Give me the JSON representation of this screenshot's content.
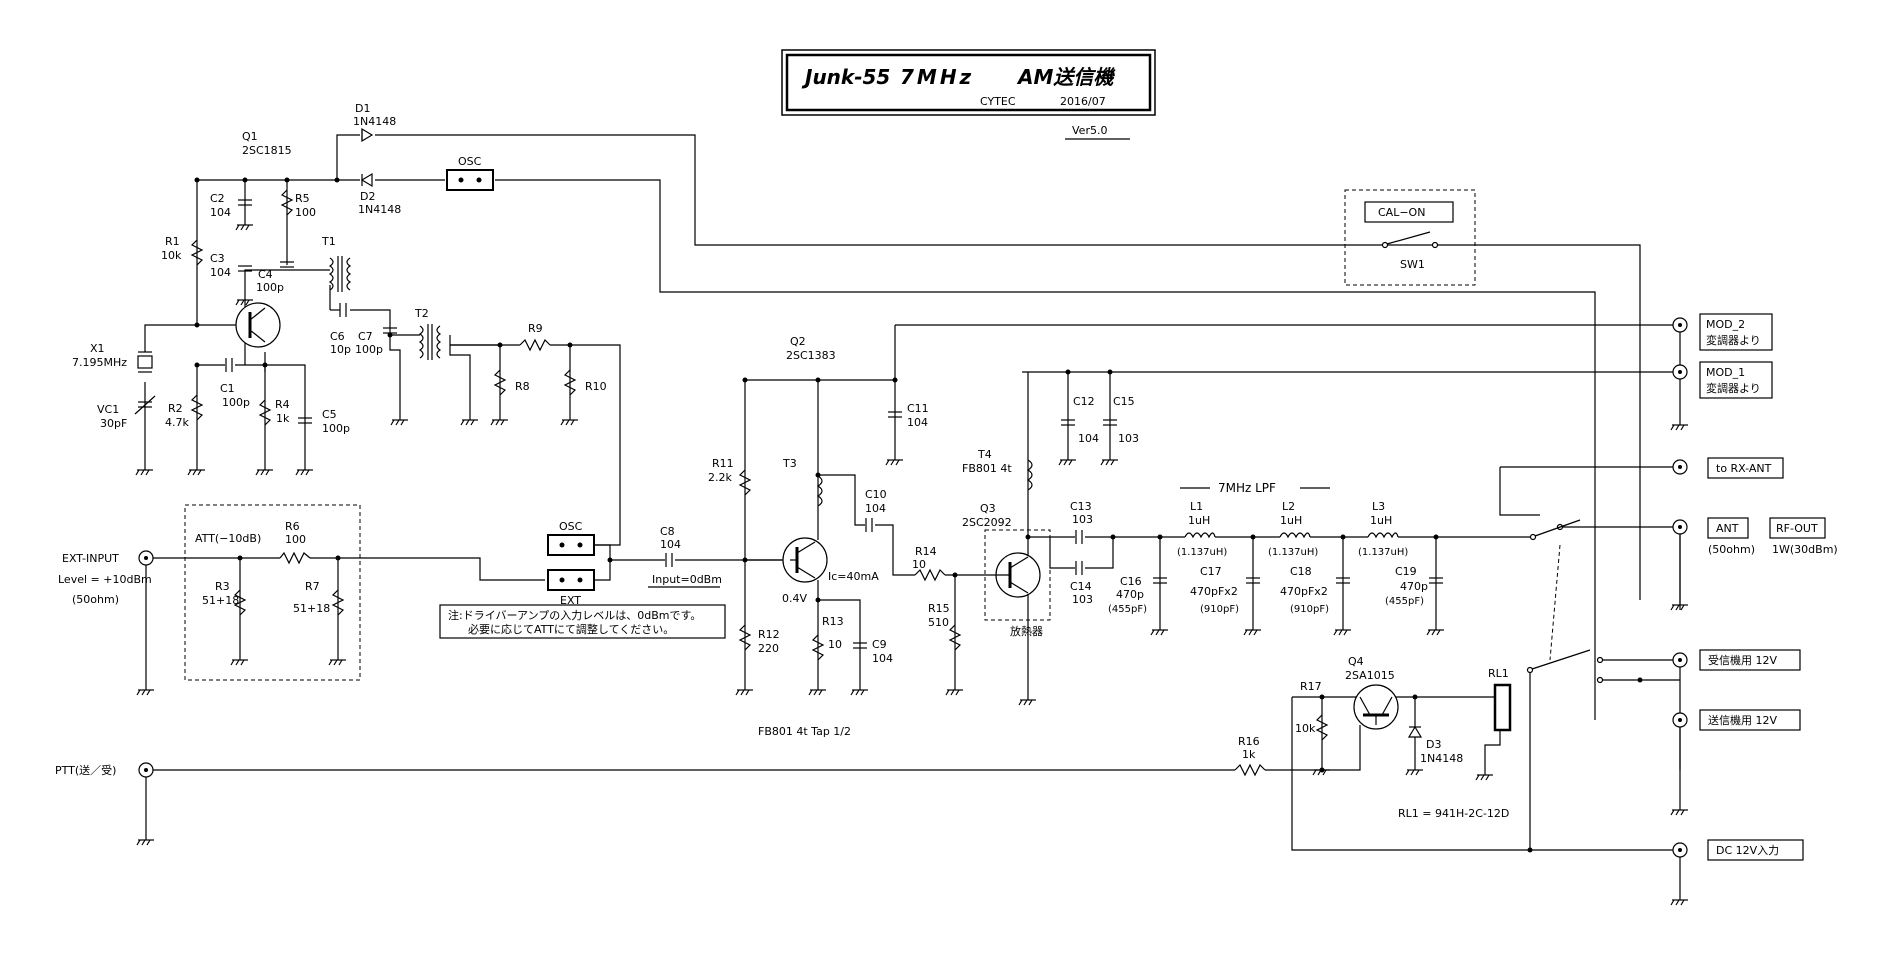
{
  "title": {
    "name": "Junk-55",
    "freq": "7MHz",
    "type": "AM送信機",
    "maker": "CYTEC",
    "date": "2016/07",
    "version": "Ver5.0"
  },
  "oscillator": {
    "q1": [
      "Q1",
      "2SC1815"
    ],
    "d1": [
      "D1",
      "1N4148"
    ],
    "d2": [
      "D2",
      "1N4148"
    ],
    "osc_jumper": "OSC",
    "x1": [
      "X1",
      "7.195MHz"
    ],
    "vc1": [
      "VC1",
      "30pF"
    ],
    "r1": [
      "R1",
      "10k"
    ],
    "r2": [
      "R2",
      "4.7k"
    ],
    "r4": [
      "R4",
      "1k"
    ],
    "r5": [
      "R5",
      "100"
    ],
    "c1": [
      "C1",
      "100p"
    ],
    "c2": [
      "C2",
      "104"
    ],
    "c3": [
      "C3",
      "104"
    ],
    "c4": [
      "C4",
      "100p"
    ],
    "c5": [
      "C5",
      "100p"
    ],
    "c6": [
      "C6",
      "10p"
    ],
    "c7": [
      "C7",
      "100p"
    ],
    "t1": "T1",
    "t2": "T2",
    "r8": "R8",
    "r9": "R9",
    "r10": "R10"
  },
  "switch": {
    "cal_label": "CAL−ON",
    "sw1": "SW1"
  },
  "input": {
    "ext_input": "EXT-INPUT",
    "level": "Level = +10dBm",
    "impedance": "(50ohm)",
    "att": "ATT(−10dB)",
    "r6": [
      "R6",
      "100"
    ],
    "r3": [
      "R3",
      "51+18"
    ],
    "r7": [
      "R7",
      "51+18"
    ],
    "osc": "OSC",
    "ext": "EXT",
    "c8": [
      "C8",
      "104"
    ],
    "input_level": "Input=0dBm",
    "note_line1": "注:ドライバーアンプの入力レベルは、0dBmです。",
    "note_line2": "必要に応じてATTにて調整してください。"
  },
  "driver": {
    "q2": [
      "Q2",
      "2SC1383"
    ],
    "r11": [
      "R11",
      "2.2k"
    ],
    "r12": [
      "R12",
      "220"
    ],
    "r13": [
      "R13",
      "10"
    ],
    "c9": [
      "C9",
      "104"
    ],
    "c10": [
      "C10",
      "104"
    ],
    "c11": [
      "C11",
      "104"
    ],
    "t3": "T3",
    "ic": "Ic=40mA",
    "ve": "0.4V",
    "t3_note": "FB801 4t Tap 1/2"
  },
  "final": {
    "q3": [
      "Q3",
      "2SC2092"
    ],
    "t4": [
      "T4",
      "FB801 4t"
    ],
    "r14": [
      "R14",
      "10"
    ],
    "r15": [
      "R15",
      "510"
    ],
    "heatsink": "放熱器",
    "c12": [
      "C12",
      "104"
    ],
    "c15": [
      "C15",
      "103"
    ],
    "c13": [
      "C13",
      "103"
    ],
    "c14": [
      "C14",
      "103"
    ]
  },
  "lpf": {
    "title": "7MHz LPF",
    "l1": [
      "L1",
      "1uH",
      "(1.137uH)"
    ],
    "l2": [
      "L2",
      "1uH",
      "(1.137uH)"
    ],
    "l3": [
      "L3",
      "1uH",
      "(1.137uH)"
    ],
    "c16": [
      "C16",
      "470p",
      "(455pF)"
    ],
    "c17": [
      "C17",
      "470pFx2",
      "(910pF)"
    ],
    "c18": [
      "C18",
      "470pFx2",
      "(910pF)"
    ],
    "c19": [
      "C19",
      "470p",
      "(455pF)"
    ]
  },
  "relay": {
    "q4": [
      "Q4",
      "2SA1015"
    ],
    "r16": [
      "R16",
      "1k"
    ],
    "r17": [
      "R17",
      "10k"
    ],
    "d3": [
      "D3",
      "1N4148"
    ],
    "rl1": "RL1",
    "rl1_part": "RL1 = 941H-2C-12D"
  },
  "ptt": "PTT(送／受)",
  "connectors": {
    "mod2": [
      "MOD_2",
      "変調器より"
    ],
    "mod1": [
      "MOD_1",
      "変調器より"
    ],
    "rx_ant": "to RX-ANT",
    "ant": "ANT",
    "ant_imp": "(50ohm)",
    "rf_out": "RF-OUT",
    "rf_power": "1W(30dBm)",
    "rx_12v": "受信機用 12V",
    "tx_12v": "送信機用 12V",
    "dc_in": "DC 12V入力"
  }
}
